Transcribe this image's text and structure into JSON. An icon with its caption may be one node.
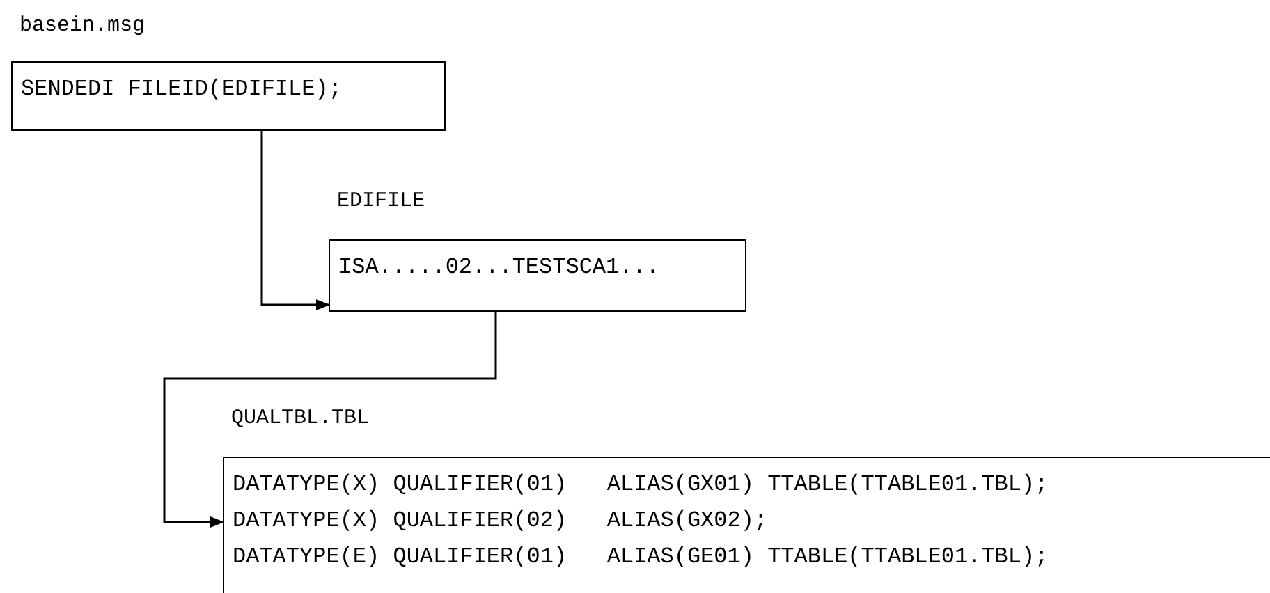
{
  "diagram": {
    "nodes": [
      {
        "text": [
          "basein.msg",
          "SENDEDI FILEID(EDIFILE);"
        ]
      },
      {
        "text": [
          "EDIFILE",
          "ISA.....02...TESTSCA1..."
        ]
      },
      {
        "text": [
          "QUALTBL.TBL",
          "DATATYPE(X) QUALIFIER(01)   ALIAS(GX01) TTABLE(TTABLE01.TBL);",
          "DATATYPE(X) QUALIFIER(02)   ALIAS(GX02);",
          "DATATYPE(E) QUALIFIER(01)   ALIAS(GE01) TTABLE(TTABLE01.TBL);"
        ]
      }
    ],
    "edges": [
      {
        "from": 0,
        "to": 1,
        "arrow": "to"
      },
      {
        "from": 1,
        "to": 2,
        "arrow": "to"
      }
    ]
  }
}
